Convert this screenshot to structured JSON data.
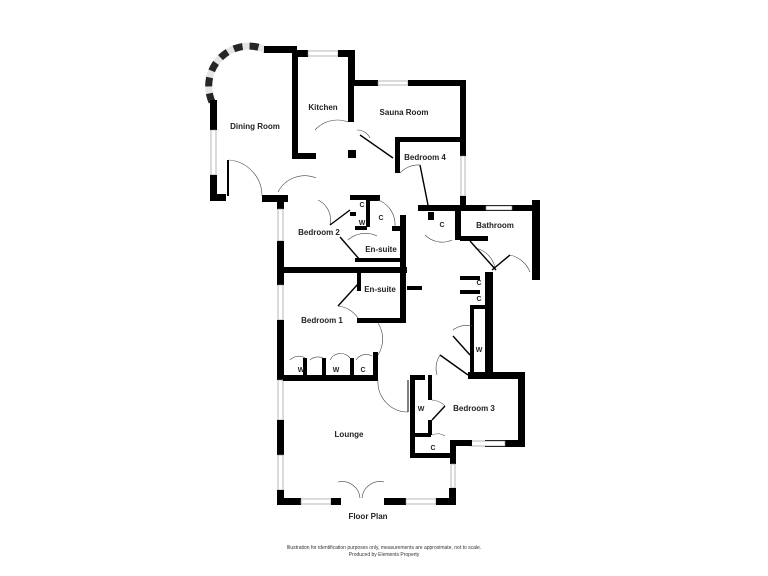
{
  "plan": {
    "title": "Floor Plan",
    "rooms": {
      "dining_room": "Dining Room",
      "kitchen": "Kitchen",
      "sauna_room": "Sauna Room",
      "bedroom_4": "Bedroom 4",
      "bathroom": "Bathroom",
      "bedroom_2": "Bedroom 2",
      "ensuite_2": "En-suite",
      "ensuite_1": "En-suite",
      "bedroom_1": "Bedroom 1",
      "bedroom_3": "Bedroom 3",
      "lounge": "Lounge"
    },
    "storage": {
      "c1": "C",
      "w1": "W",
      "c2": "C",
      "c3": "C",
      "c4": "C",
      "c5": "C",
      "w2": "W",
      "b1_w1": "W",
      "b1_w2": "W",
      "b1_c": "C",
      "b3_w": "W",
      "b3_c": "C"
    }
  },
  "footer": {
    "line1": "Illustration for identification purposes only, measurements are approximate, not to scale.",
    "line2": "Produced by Elements Property"
  }
}
